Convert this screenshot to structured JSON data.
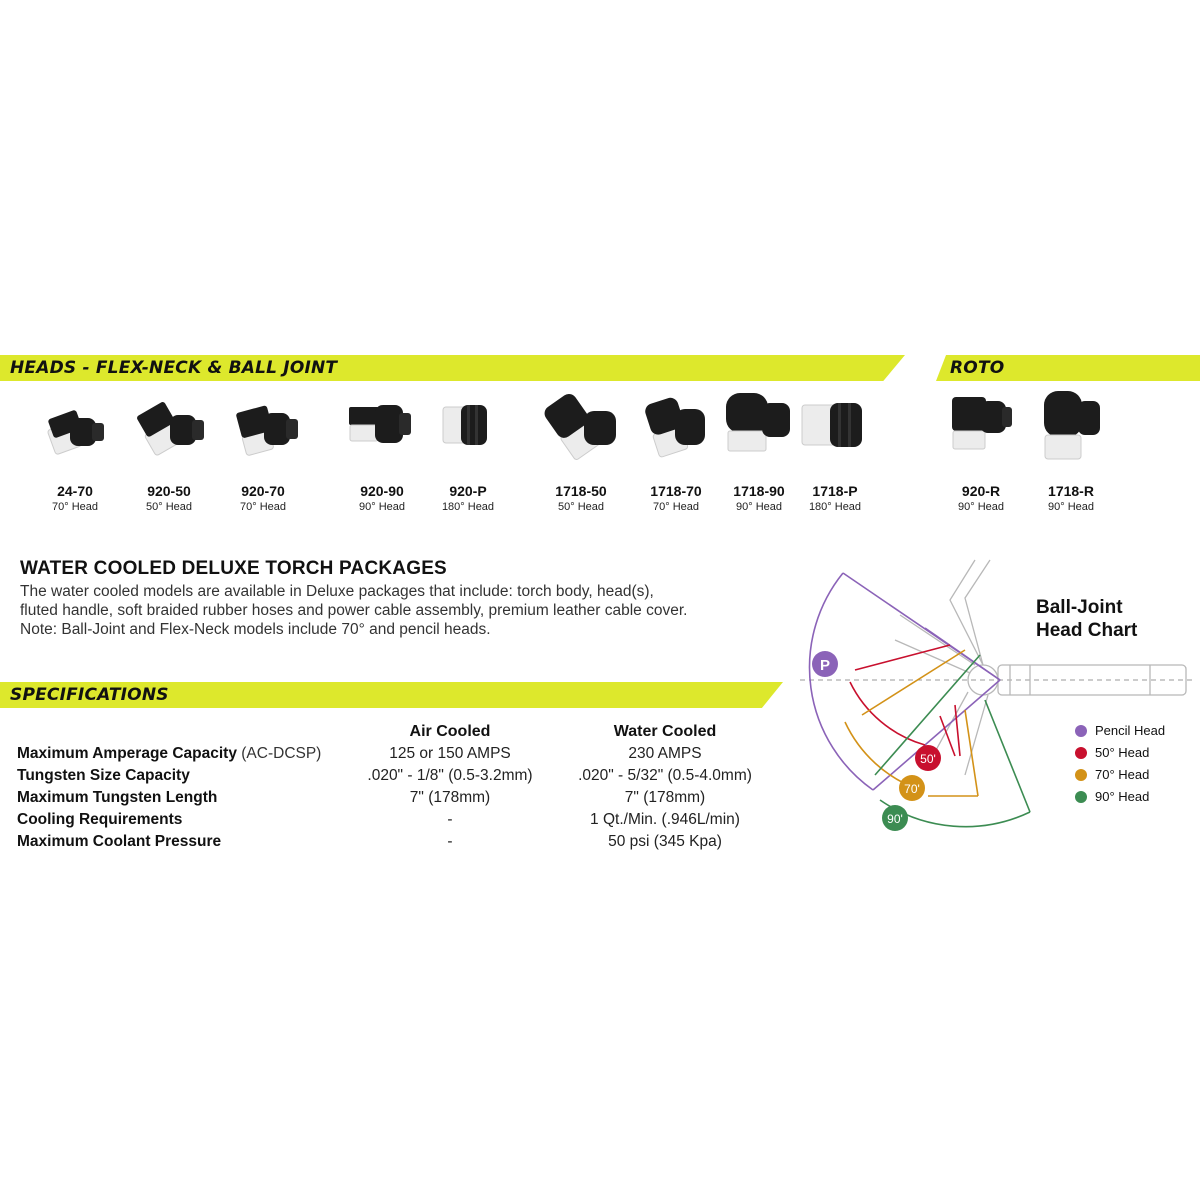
{
  "banners": {
    "heads": "HEADS - FLEX-NECK & BALL JOINT",
    "roto": "ROTO",
    "specifications": "SPECIFICATIONS"
  },
  "heads": [
    {
      "model": "24-70",
      "angle": "70° Head"
    },
    {
      "model": "920-50",
      "angle": "50° Head"
    },
    {
      "model": "920-70",
      "angle": "70° Head"
    },
    {
      "model": "920-90",
      "angle": "90° Head"
    },
    {
      "model": "920-P",
      "angle": "180° Head"
    },
    {
      "model": "1718-50",
      "angle": "50° Head"
    },
    {
      "model": "1718-70",
      "angle": "70° Head"
    },
    {
      "model": "1718-90",
      "angle": "90° Head"
    },
    {
      "model": "1718-P",
      "angle": "180° Head"
    }
  ],
  "roto_heads": [
    {
      "model": "920-R",
      "angle": "90° Head"
    },
    {
      "model": "1718-R",
      "angle": "90° Head"
    }
  ],
  "packages": {
    "title": "WATER COOLED DELUXE TORCH PACKAGES",
    "lines": [
      "The water cooled models are available in Deluxe packages that include: torch body, head(s),",
      "fluted handle, soft braided rubber hoses and power cable assembly, premium leather cable cover.",
      "Note: Ball-Joint and Flex-Neck models include 70° and pencil heads."
    ]
  },
  "specs": {
    "col_air": "Air Cooled",
    "col_water": "Water Cooled",
    "rows": [
      {
        "label": "Maximum Amperage Capacity",
        "note": "(AC-DCSP)",
        "air": "125 or 150 AMPS",
        "water": "230 AMPS"
      },
      {
        "label": "Tungsten Size Capacity",
        "note": "",
        "air": ".020\" - 1/8\" (0.5-3.2mm)",
        "water": ".020\" - 5/32\" (0.5-4.0mm)"
      },
      {
        "label": "Maximum Tungsten Length",
        "note": "",
        "air": "7\" (178mm)",
        "water": "7\" (178mm)"
      },
      {
        "label": "Cooling Requirements",
        "note": "",
        "air": "-",
        "water": "1 Qt./Min. (.946L/min)"
      },
      {
        "label": "Maximum Coolant Pressure",
        "note": "",
        "air": "-",
        "water": "50 psi (345 Kpa)"
      }
    ]
  },
  "head_chart": {
    "title_line1": "Ball-Joint",
    "title_line2": "Head Chart",
    "markers": {
      "pencil": "P",
      "h50": "50'",
      "h70": "70'",
      "h90": "90'"
    },
    "legend": [
      {
        "label": "Pencil Head",
        "color": "#8b63b8"
      },
      {
        "label": "50° Head",
        "color": "#c8102e"
      },
      {
        "label": "70° Head",
        "color": "#d39218"
      },
      {
        "label": "90° Head",
        "color": "#3c8c52"
      }
    ]
  },
  "colors": {
    "banner": "#dde82c",
    "head_body": "#1c1c1c",
    "head_ceramic": "#ececec"
  }
}
